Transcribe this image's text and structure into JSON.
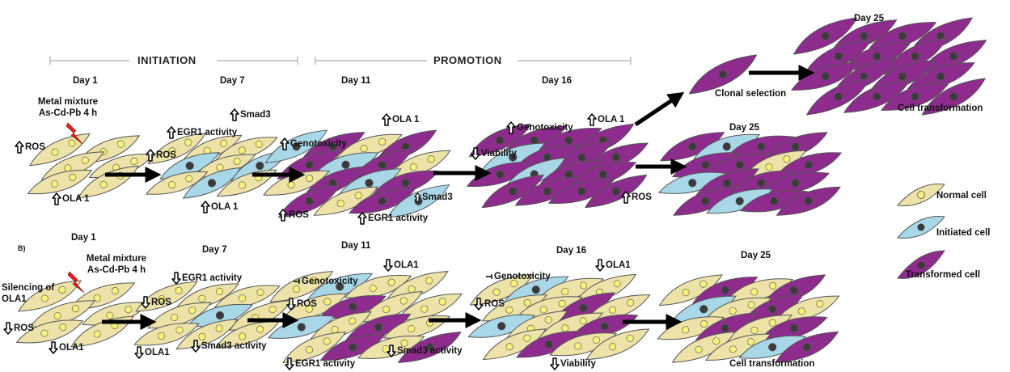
{
  "stages": {
    "initiation": "INITIATION",
    "promotion": "PROMOTION"
  },
  "panel_b": "B)",
  "top": {
    "day1": "Day 1",
    "day7": "Day 7",
    "day11": "Day 11",
    "day16": "Day 16",
    "day25_upper": "Day 25",
    "day25_lower": "Day 25",
    "metal_mixture": "Metal mixture",
    "metal_dose": "As-Cd-Pb 4 h",
    "clonal_selection": "Clonal selection",
    "cell_transformation": "Cell transformation",
    "d1_ros": "ROS",
    "d1_ola1": "OLA 1",
    "d7_smad3": "Smad3",
    "d7_egr1": "EGR1 activity",
    "d7_ros": "ROS",
    "d7_ola1": "OLA 1",
    "d11_ola1": "OLA 1",
    "d11_genotox": "Genotoxicity",
    "d11_smad3": "Smad3",
    "d11_ros": "ROS",
    "d11_egr1": "EGR1 activity",
    "d16_genotox": "Genotoxicity",
    "d16_ola1": "OLA 1",
    "d16_viability": "Viability",
    "d16_ros": "ROS"
  },
  "bottom": {
    "day1": "Day 1",
    "day7": "Day 7",
    "day11": "Day 11",
    "day16": "Day 16",
    "day25": "Day 25",
    "metal_mixture": "Metal mixture",
    "metal_dose": "As-Cd-Pb 4 h",
    "silencing_line1": "Silencing of",
    "silencing_line2": "OLA1",
    "d1_ros": "ROS",
    "d1_ola1": "OLA1",
    "d7_egr1": "EGR1 activity",
    "d7_ros": "ROS",
    "d7_ola1": "OLA1",
    "d7_smad3": "Smad3 activity",
    "d11_ola1": "OLA1",
    "d11_genotox": "Genotoxicity",
    "d11_ros": "ROS",
    "d11_smad3": "Smad3 activity",
    "d11_egr1": "EGR1 activity",
    "d16_genotox": "Genotoxicity",
    "d16_ola1": "OLA1",
    "d16_ros": "ROS",
    "d16_viability": "Viability",
    "cell_transformation": "Cell transformation"
  },
  "legend": {
    "normal": "Normal cell",
    "initiated": "Initiated cell",
    "transformed": "Transformed cell"
  },
  "colors": {
    "normal": "#EDE2A8",
    "initiated": "#A8D8E8",
    "transformed": "#8E2C8E",
    "nucleus_transformed": "#3b3b3b",
    "nucleus_normal": "#F5F17A",
    "bolt": "#E82020"
  }
}
